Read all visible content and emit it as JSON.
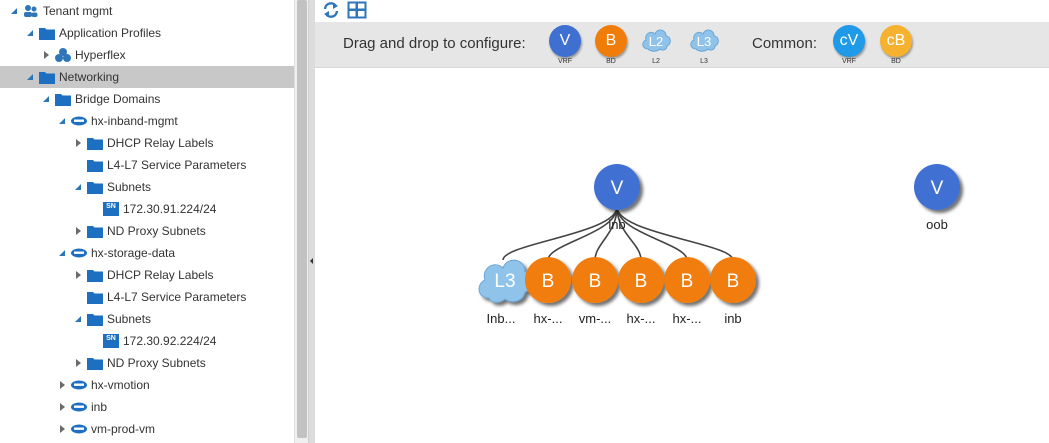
{
  "tree": {
    "items": [
      {
        "label": "Tenant mgmt",
        "icon": "tenant-icon",
        "expander": "open"
      },
      {
        "label": "Application Profiles",
        "icon": "folder-icon",
        "expander": "open"
      },
      {
        "label": "Hyperflex",
        "icon": "app-profile-icon",
        "expander": "closed"
      },
      {
        "label": "Networking",
        "icon": "folder-icon",
        "expander": "open",
        "selected": true
      },
      {
        "label": "Bridge Domains",
        "icon": "folder-icon",
        "expander": "open"
      },
      {
        "label": "hx-inband-mgmt",
        "icon": "bridge-domain-icon",
        "expander": "open"
      },
      {
        "label": "DHCP Relay Labels",
        "icon": "folder-icon",
        "expander": "closed"
      },
      {
        "label": "L4-L7 Service Parameters",
        "icon": "folder-icon",
        "expander": "none"
      },
      {
        "label": "Subnets",
        "icon": "folder-icon",
        "expander": "open"
      },
      {
        "label": "172.30.91.224/24",
        "icon": "subnet-icon",
        "expander": "none",
        "badge": "SN"
      },
      {
        "label": "ND Proxy Subnets",
        "icon": "folder-icon",
        "expander": "closed"
      },
      {
        "label": "hx-storage-data",
        "icon": "bridge-domain-icon",
        "expander": "open"
      },
      {
        "label": "DHCP Relay Labels",
        "icon": "folder-icon",
        "expander": "closed"
      },
      {
        "label": "L4-L7 Service Parameters",
        "icon": "folder-icon",
        "expander": "none"
      },
      {
        "label": "Subnets",
        "icon": "folder-icon",
        "expander": "open"
      },
      {
        "label": "172.30.92.224/24",
        "icon": "subnet-icon",
        "expander": "none",
        "badge": "SN"
      },
      {
        "label": "ND Proxy Subnets",
        "icon": "folder-icon",
        "expander": "closed"
      },
      {
        "label": "hx-vmotion",
        "icon": "bridge-domain-icon",
        "expander": "closed"
      },
      {
        "label": "inb",
        "icon": "bridge-domain-icon",
        "expander": "closed"
      },
      {
        "label": "vm-prod-vm",
        "icon": "bridge-domain-icon",
        "expander": "closed"
      }
    ]
  },
  "toolbar": {
    "refresh_icon": "refresh-icon",
    "layout_icon": "layout-icon"
  },
  "palette": {
    "drag_label": "Drag and drop to configure:",
    "common_label": "Common:",
    "items": [
      {
        "letter": "V",
        "sub": "VRF",
        "color": "#3f6fd1",
        "shape": "circle"
      },
      {
        "letter": "B",
        "sub": "BD",
        "color": "#f07d0a",
        "shape": "circle"
      },
      {
        "letter": "L2",
        "sub": "L2",
        "color": "#8fc3ea",
        "shape": "cloud"
      },
      {
        "letter": "L3",
        "sub": "L3",
        "color": "#8fc3ea",
        "shape": "cloud"
      }
    ],
    "common_items": [
      {
        "letter": "cV",
        "sub": "VRF",
        "color": "#1e9ae8",
        "shape": "circle"
      },
      {
        "letter": "cB",
        "sub": "BD",
        "color": "#f6b22e",
        "shape": "circle"
      }
    ]
  },
  "topology": {
    "vrf_nodes": [
      {
        "letter": "V",
        "label": "inb"
      },
      {
        "letter": "V",
        "label": "oob"
      }
    ],
    "child_nodes": [
      {
        "letter": "L3",
        "label": "Inb...",
        "kind": "l3out"
      },
      {
        "letter": "B",
        "label": "hx-...",
        "kind": "bd"
      },
      {
        "letter": "B",
        "label": "vm-...",
        "kind": "bd"
      },
      {
        "letter": "B",
        "label": "hx-...",
        "kind": "bd"
      },
      {
        "letter": "B",
        "label": "hx-...",
        "kind": "bd"
      },
      {
        "letter": "B",
        "label": "inb",
        "kind": "bd"
      }
    ],
    "colors": {
      "vrf": "#3f6fd1",
      "bd": "#f07d0a",
      "l3": "#8fc3ea",
      "link": "#444444"
    }
  }
}
